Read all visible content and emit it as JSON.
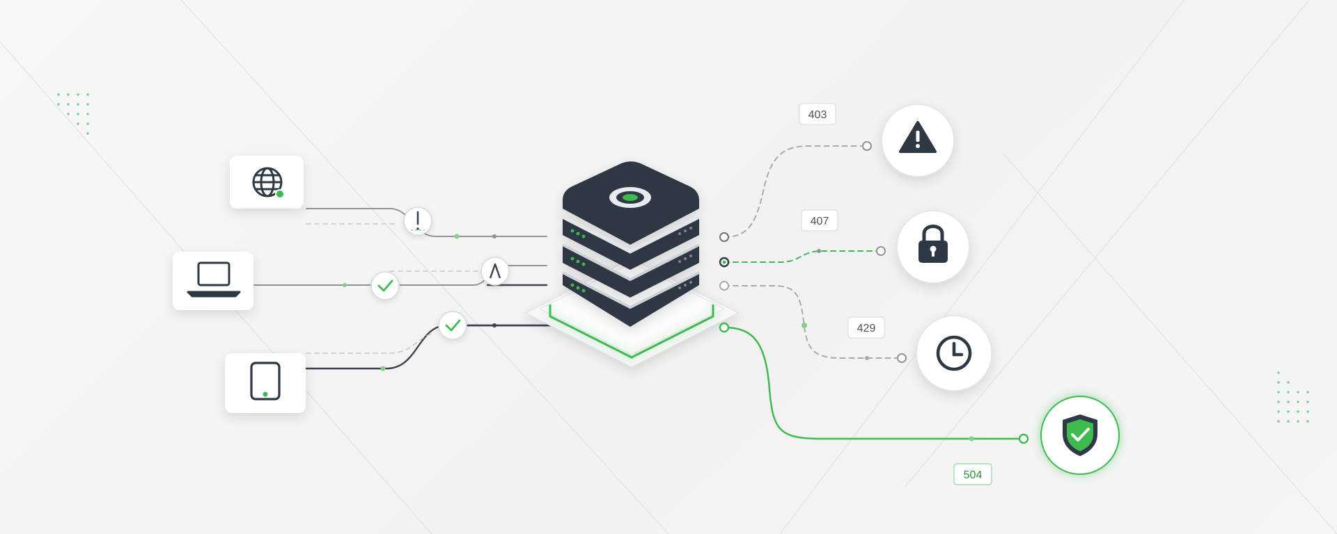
{
  "colors": {
    "accent": "#3dbb4f",
    "dark": "#2f3845",
    "line": "#9aa0a8",
    "card": "#ffffff",
    "background": "#f4f4f4"
  },
  "clients": [
    {
      "name": "globe-icon"
    },
    {
      "name": "laptop-icon"
    },
    {
      "name": "smartphone-icon"
    }
  ],
  "server": {
    "name": "server-stack-icon"
  },
  "status_codes": {
    "forbidden": "403",
    "proxy_auth": "407",
    "rate_limit": "429",
    "gateway_timeout": "504"
  },
  "outcomes": [
    {
      "name": "warning-icon"
    },
    {
      "name": "lock-icon"
    },
    {
      "name": "clock-icon"
    },
    {
      "name": "shield-check-icon"
    }
  ]
}
